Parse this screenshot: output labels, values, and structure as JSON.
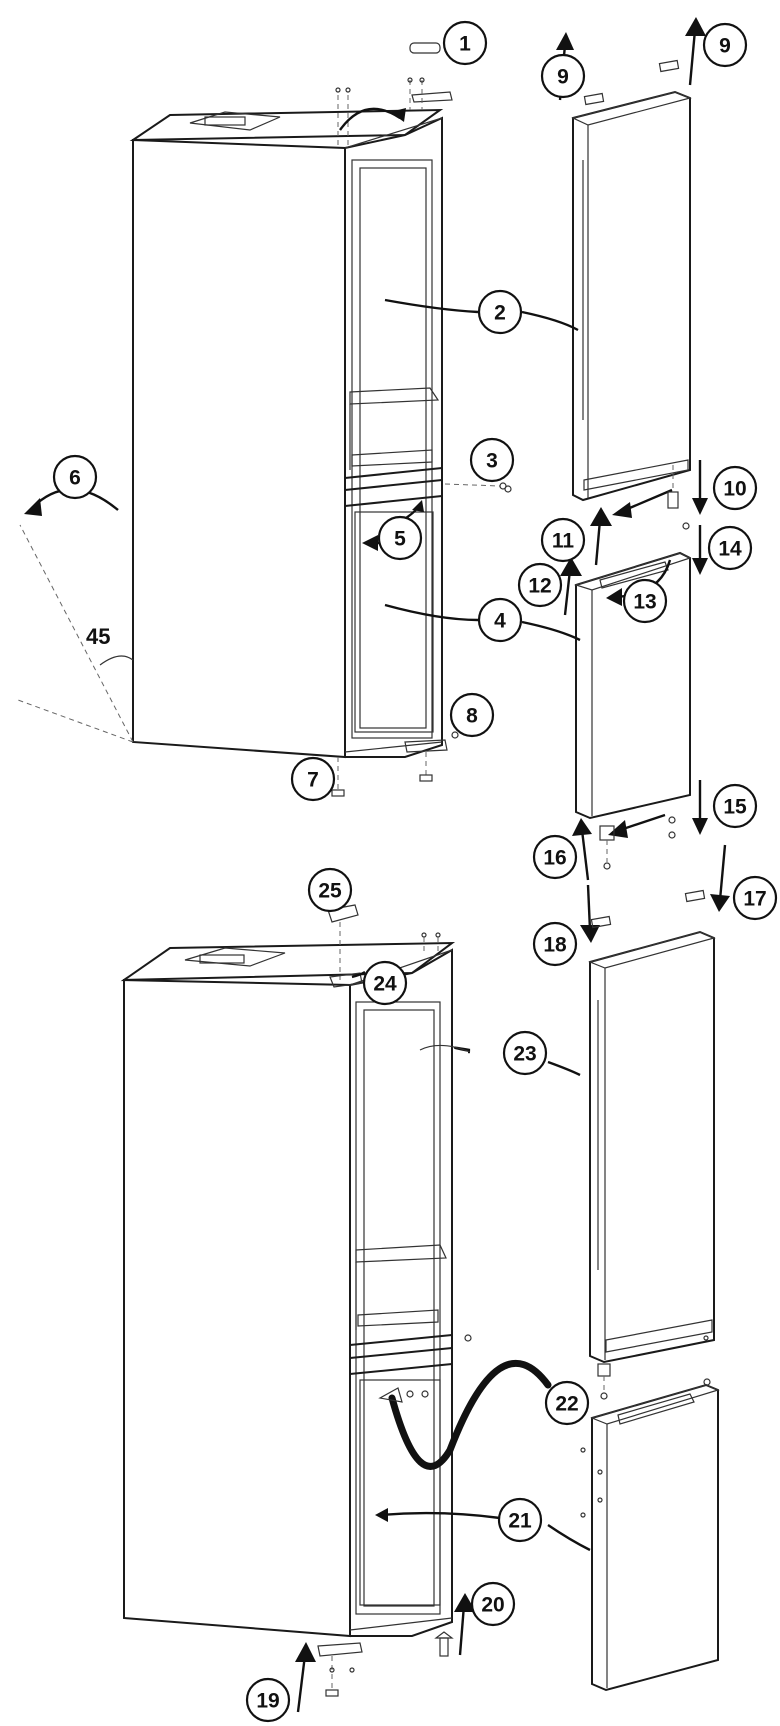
{
  "steps": [
    {
      "id": "s1",
      "label": "1"
    },
    {
      "id": "s2",
      "label": "2"
    },
    {
      "id": "s3",
      "label": "3"
    },
    {
      "id": "s4",
      "label": "4"
    },
    {
      "id": "s5",
      "label": "5"
    },
    {
      "id": "s6",
      "label": "6"
    },
    {
      "id": "s7",
      "label": "7"
    },
    {
      "id": "s8",
      "label": "8"
    },
    {
      "id": "s9a",
      "label": "9"
    },
    {
      "id": "s9b",
      "label": "9"
    },
    {
      "id": "s10",
      "label": "10"
    },
    {
      "id": "s11",
      "label": "11"
    },
    {
      "id": "s12",
      "label": "12"
    },
    {
      "id": "s13",
      "label": "13"
    },
    {
      "id": "s14",
      "label": "14"
    },
    {
      "id": "s15",
      "label": "15"
    },
    {
      "id": "s16",
      "label": "16"
    },
    {
      "id": "s17",
      "label": "17"
    },
    {
      "id": "s18",
      "label": "18"
    },
    {
      "id": "s19",
      "label": "19"
    },
    {
      "id": "s20",
      "label": "20"
    },
    {
      "id": "s21",
      "label": "21"
    },
    {
      "id": "s22",
      "label": "22"
    },
    {
      "id": "s23",
      "label": "23"
    },
    {
      "id": "s24",
      "label": "24"
    },
    {
      "id": "s25",
      "label": "25"
    }
  ],
  "angle_label": "45"
}
